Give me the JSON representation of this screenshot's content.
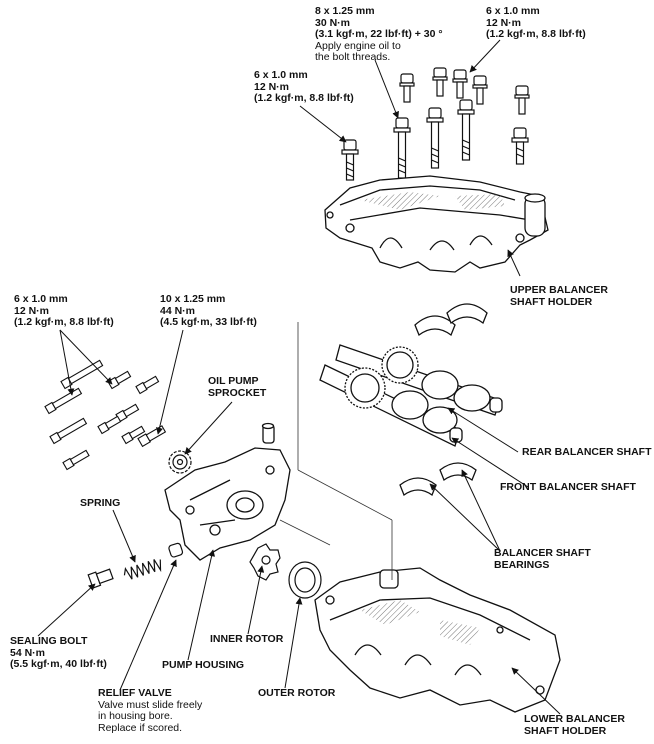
{
  "spec_upper_left": [
    "6 x 1.0 mm",
    "12 N·m",
    "(1.2 kgf·m, 8.8 lbf·ft)"
  ],
  "spec_upper_center": [
    "8 x 1.25 mm",
    "30 N·m",
    "(3.1 kgf·m, 22 lbf·ft) + 30 °",
    "Apply engine oil to",
    "the bolt threads."
  ],
  "spec_upper_right": [
    "6 x 1.0 mm",
    "12 N·m",
    "(1.2 kgf·m, 8.8 lbf·ft)"
  ],
  "spec_pump_left": [
    "6 x 1.0 mm",
    "12 N·m",
    "(1.2 kgf·m, 8.8 lbf·ft)"
  ],
  "spec_pump_sprocket_bolt": [
    "10 x 1.25 mm",
    "44 N·m",
    "(4.5 kgf·m, 33 lbf·ft)"
  ],
  "labels": {
    "upper_holder": [
      "UPPER BALANCER",
      "SHAFT HOLDER"
    ],
    "oil_pump_sprocket": [
      "OIL PUMP",
      "SPROCKET"
    ],
    "rear_shaft": "REAR BALANCER SHAFT",
    "front_shaft": "FRONT BALANCER SHAFT",
    "bearings": [
      "BALANCER SHAFT",
      "BEARINGS"
    ],
    "spring": "SPRING",
    "sealing_bolt": [
      "SEALING BOLT",
      "54 N·m",
      "(5.5 kgf·m, 40 lbf·ft)"
    ],
    "inner_rotor": "INNER ROTOR",
    "pump_housing": "PUMP HOUSING",
    "relief_valve": [
      "RELIEF VALVE",
      "Valve must slide freely",
      "in housing bore.",
      "Replace if scored."
    ],
    "outer_rotor": "OUTER ROTOR",
    "lower_holder": [
      "LOWER BALANCER",
      "SHAFT HOLDER"
    ]
  }
}
